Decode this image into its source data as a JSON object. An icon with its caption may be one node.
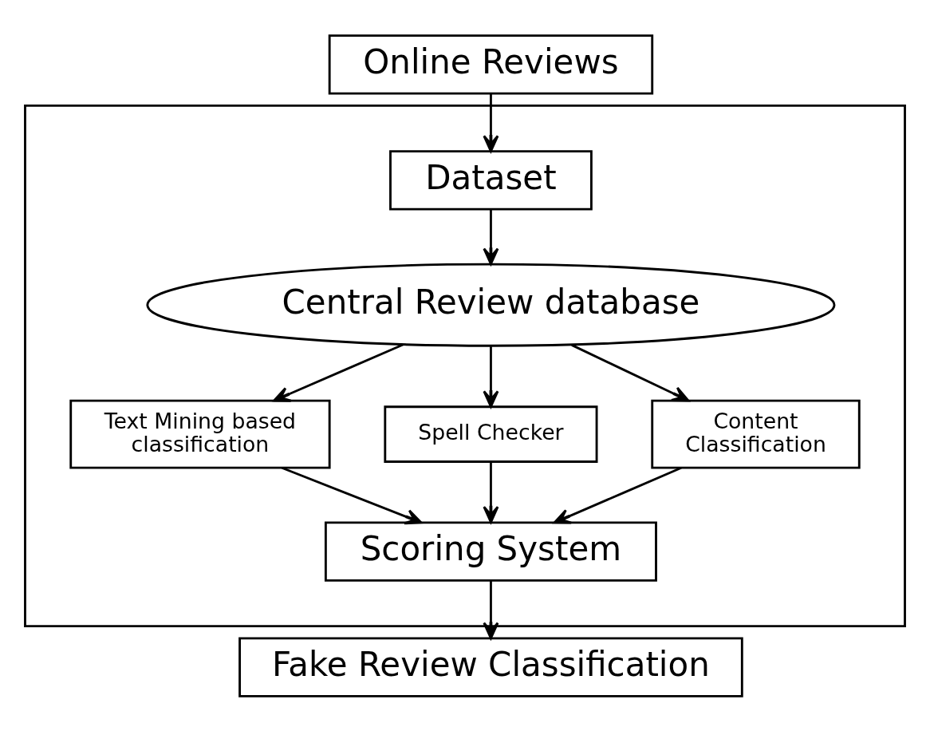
{
  "diagram": {
    "nodes": [
      {
        "text": [
          "Online Reviews"
        ]
      },
      {
        "text": [],
        "shape": "box"
      },
      {
        "text": [
          "Dataset"
        ],
        "in": 1
      },
      {
        "text": [
          "Central Review database"
        ],
        "in": 1
      },
      {
        "text": [
          "Text Mining based classification"
        ],
        "in": 1
      },
      {
        "text": [
          "Spell Checker"
        ],
        "in": 1
      },
      {
        "text": [
          "Content Classification"
        ],
        "in": 1
      },
      {
        "text": [
          "Scoring System"
        ],
        "in": 1
      },
      {
        "text": [
          "Fake Review Classification"
        ]
      }
    ],
    "edges": [
      {
        "from": 0,
        "to": 2,
        "arrow": "to"
      },
      {
        "from": 2,
        "to": 3,
        "arrow": "to"
      },
      {
        "from": 3,
        "to": 4,
        "arrow": "to"
      },
      {
        "from": 3,
        "to": 5,
        "arrow": "to"
      },
      {
        "from": 3,
        "to": 6,
        "arrow": "to"
      },
      {
        "from": 4,
        "to": 7,
        "arrow": "to"
      },
      {
        "from": 5,
        "to": 7,
        "arrow": "to"
      },
      {
        "from": 6,
        "to": 7,
        "arrow": "to"
      },
      {
        "from": 7,
        "to": 8,
        "arrow": "to"
      }
    ]
  }
}
